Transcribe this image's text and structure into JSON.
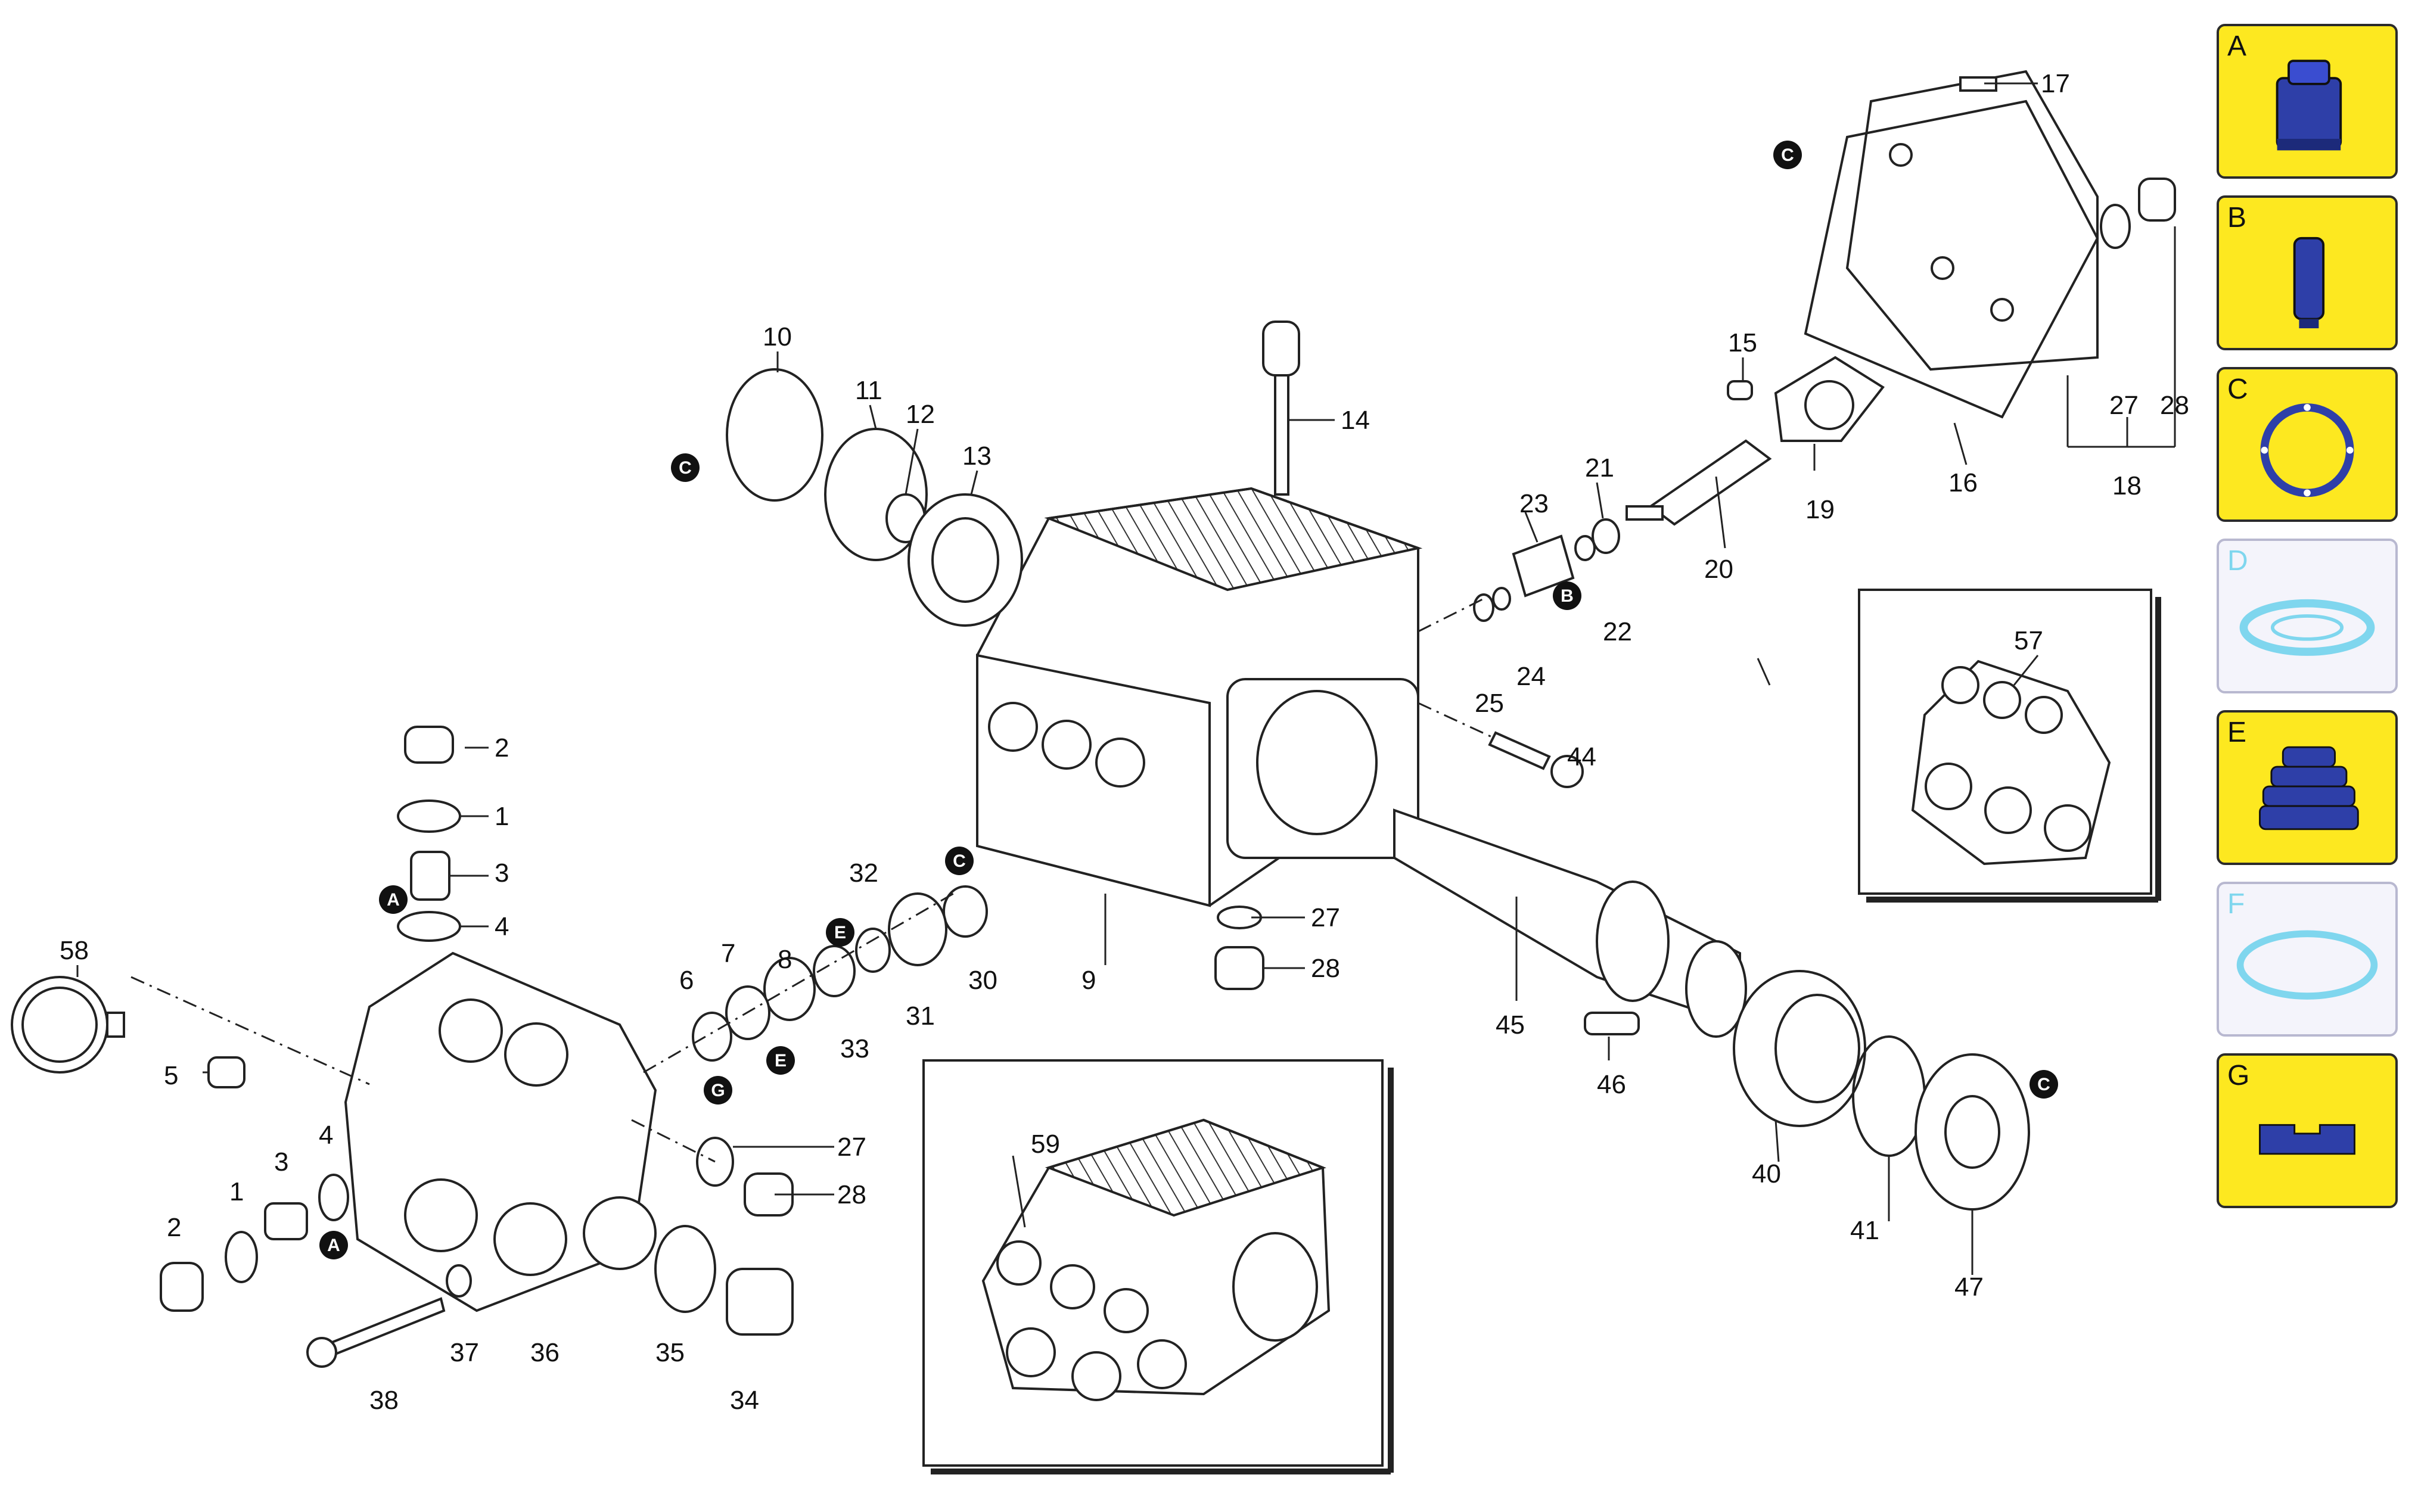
{
  "parts": {
    "p1a": "1",
    "p1b": "1",
    "p2a": "2",
    "p2b": "2",
    "p3a": "3",
    "p3b": "3",
    "p4a": "4",
    "p4b": "4",
    "p5": "5",
    "p6": "6",
    "p7": "7",
    "p8": "8",
    "p9": "9",
    "p10": "10",
    "p11": "11",
    "p12": "12",
    "p13": "13",
    "p14": "14",
    "p15": "15",
    "p16": "16",
    "p17": "17",
    "p18": "18",
    "p19": "19",
    "p20": "20",
    "p21": "21",
    "p22": "22",
    "p23": "23",
    "p24": "24",
    "p25": "25",
    "p27a": "27",
    "p27b": "27",
    "p27c": "27",
    "p28a": "28",
    "p28b": "28",
    "p28c": "28",
    "p30": "30",
    "p31": "31",
    "p32": "32",
    "p33": "33",
    "p34": "34",
    "p35": "35",
    "p36": "36",
    "p37": "37",
    "p38": "38",
    "p40": "40",
    "p41": "41",
    "p44": "44",
    "p45": "45",
    "p46": "46",
    "p47": "47",
    "p57": "57",
    "p58": "58",
    "p59": "59"
  },
  "markers": {
    "A": "A",
    "B": "B",
    "C": "C",
    "E": "E",
    "G": "G"
  },
  "kits": [
    {
      "letter": "A",
      "icon": "valve-assembly-icon",
      "active": true
    },
    {
      "letter": "B",
      "icon": "piston-sleeve-icon",
      "active": true
    },
    {
      "letter": "C",
      "icon": "o-ring-icon",
      "active": true
    },
    {
      "letter": "D",
      "icon": "seal-ring-icon",
      "active": false
    },
    {
      "letter": "E",
      "icon": "bellows-seal-icon",
      "active": true
    },
    {
      "letter": "F",
      "icon": "flat-ring-icon",
      "active": false
    },
    {
      "letter": "G",
      "icon": "key-bar-icon",
      "active": true
    }
  ],
  "colors": {
    "active": "#fde820",
    "inactive": "#f4f4fb",
    "inactive_letter": "#7fd6ee",
    "line": "#222222"
  }
}
